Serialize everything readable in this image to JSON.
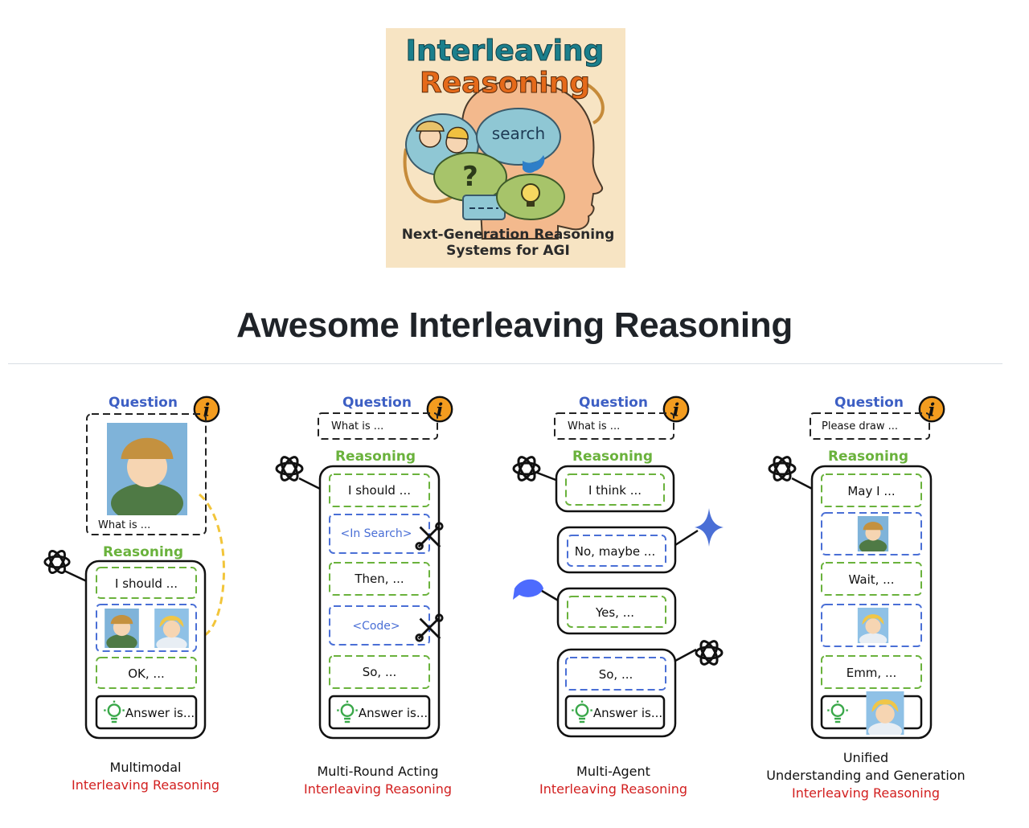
{
  "logo": {
    "title_line1": "Interleaving",
    "title_line2": "Reasoning",
    "bubble_text": "search",
    "question_mark": "?",
    "caption_line1": "Next-Generation Reasoning",
    "caption_line2": "Systems for AGI"
  },
  "page_title": "Awesome Interleaving Reasoning",
  "panels": [
    {
      "question_label": "Question",
      "question_text": "What is ...",
      "reasoning_label": "Reasoning",
      "steps": [
        "I should ...",
        "OK, ..."
      ],
      "answer_text": "Answer is...",
      "caption_line1": "Multimodal",
      "caption_line2": "Interleaving Reasoning"
    },
    {
      "question_label": "Question",
      "question_text": "What is ...",
      "reasoning_label": "Reasoning",
      "steps": [
        "I should ...",
        "<In Search>",
        "Then, ...",
        "<Code>",
        "So, ..."
      ],
      "answer_text": "Answer is...",
      "caption_line1": "Multi-Round Acting",
      "caption_line2": "Interleaving Reasoning"
    },
    {
      "question_label": "Question",
      "question_text": "What is ...",
      "reasoning_label": "Reasoning",
      "steps": [
        "I think ...",
        "No, maybe ...",
        "Yes, ...",
        "So, ..."
      ],
      "answer_text": "Answer is...",
      "caption_line1": "Multi-Agent",
      "caption_line2": "Interleaving Reasoning"
    },
    {
      "question_label": "Question",
      "question_text": "Please draw ...",
      "reasoning_label": "Reasoning",
      "steps": [
        "May I ...",
        "Wait, ...",
        "Emm, ..."
      ],
      "caption_line1": "Unified",
      "caption_line2": "Understanding and Generation",
      "caption_line3": "Interleaving Reasoning"
    }
  ],
  "icons": {
    "info": "info-icon",
    "openai": "openai-logo-icon",
    "gemini": "gemini-sparkle-icon",
    "deepseek": "deepseek-whale-icon",
    "tool": "wrench-screwdriver-icon",
    "bulb": "lightbulb-icon",
    "bird": "bird-icon"
  },
  "colors": {
    "question_blue": "#3d5fc4",
    "reasoning_green": "#6ab23c",
    "step_blue": "#4a6fd6",
    "caption_red": "#d21f1f",
    "title_orange": "#e56a1a",
    "title_teal": "#1b7f8c"
  }
}
